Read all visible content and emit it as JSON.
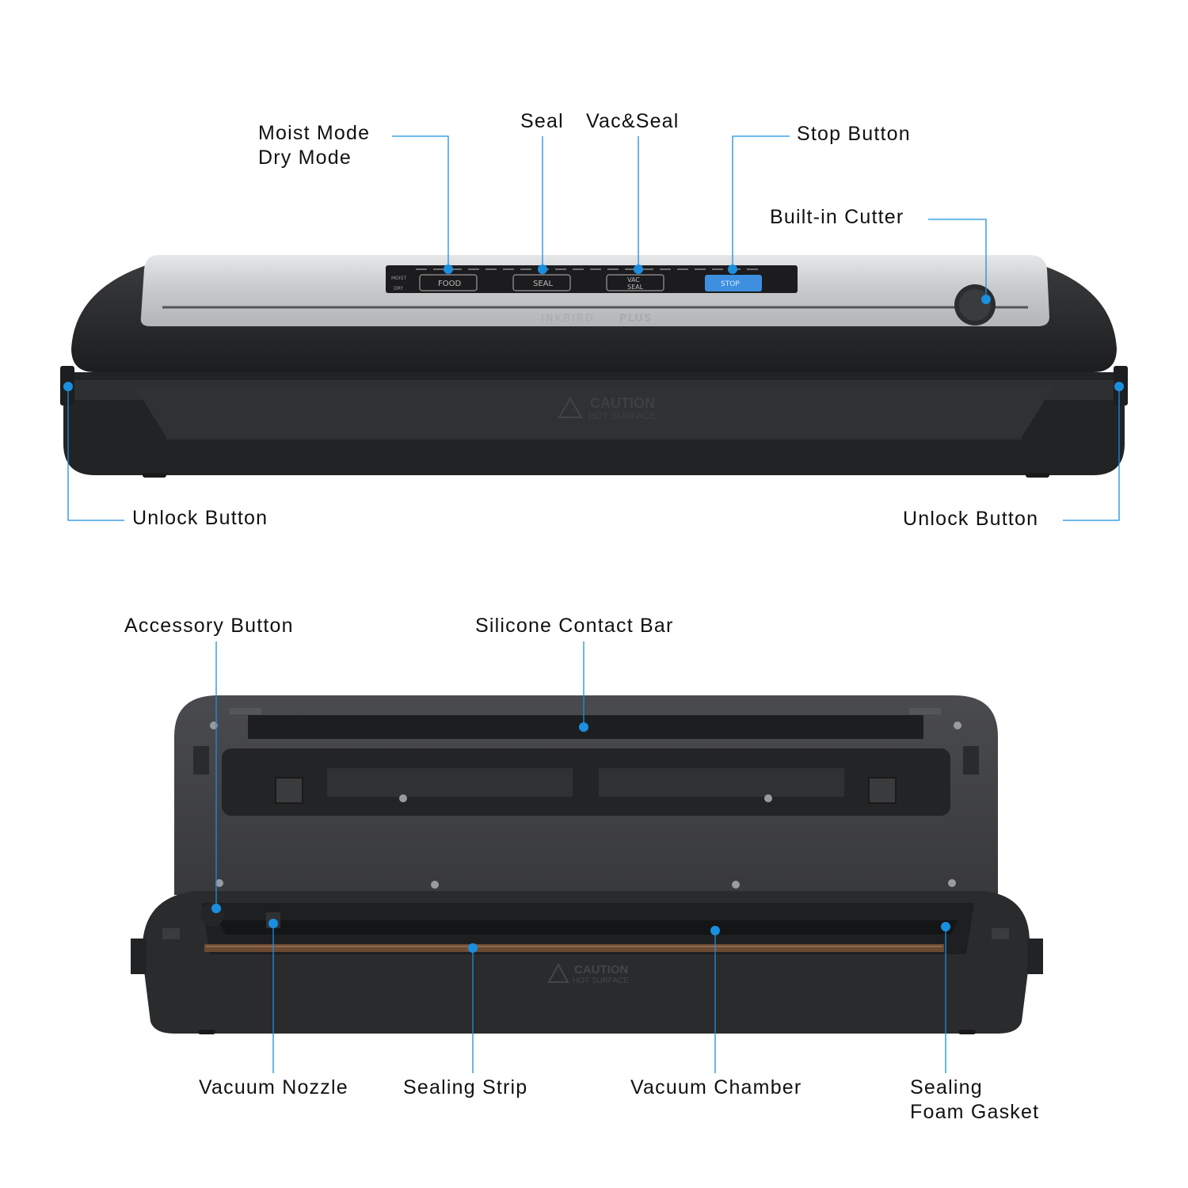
{
  "callouts": {
    "moist_mode": "Moist Mode",
    "dry_mode": "Dry Mode",
    "seal": "Seal",
    "vac_seal": "Vac&Seal",
    "stop_button": "Stop Button",
    "built_in_cutter": "Built-in Cutter",
    "unlock_button_left": "Unlock Button",
    "unlock_button_right": "Unlock Button",
    "accessory_button": "Accessory Button",
    "silicone_contact_bar": "Silicone Contact Bar",
    "vacuum_nozzle": "Vacuum Nozzle",
    "sealing_strip": "Sealing Strip",
    "vacuum_chamber": "Vacuum Chamber",
    "sealing_foam_gasket_line1": "Sealing",
    "sealing_foam_gasket_line2": "Foam Gasket"
  },
  "device_panel": {
    "moist": "MOIST",
    "dry": "DRY",
    "food": "FOOD",
    "seal": "SEAL",
    "vac": "VAC",
    "vac_seal": "SEAL",
    "stop": "STOP",
    "brand": "INKBIRD",
    "brand_plus": "PLUS",
    "caution": "CAUTION",
    "hot_surface": "HOT SURFACE"
  },
  "colors": {
    "accent": "#1a8fe0",
    "stop_button": "#3e8fe0",
    "body": "#2a2b2d",
    "steel": "#c9cbcd"
  }
}
